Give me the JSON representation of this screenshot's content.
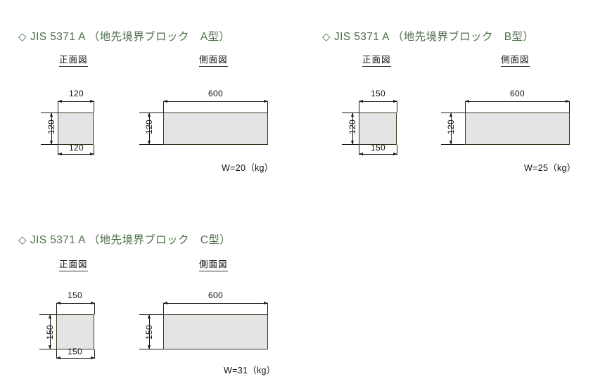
{
  "page": {
    "background": "#ffffff",
    "title_color": "#4e7049",
    "shape_fill": "#e4e4e4",
    "shape_stroke": "#3a3520",
    "line_color": "#1a1a1a"
  },
  "blocks": [
    {
      "id": "block-a",
      "diamond": "◇",
      "title": "JIS 5371 A （地先境界ブロック　A型）",
      "front": {
        "heading": "正面図",
        "top_dim": "120",
        "left_dim": "120",
        "bottom_dim": "120"
      },
      "side": {
        "heading": "側面図",
        "top_dim": "600",
        "left_dim": "120"
      },
      "weight": "W=20（kg）"
    },
    {
      "id": "block-b",
      "diamond": "◇",
      "title": "JIS 5371 A （地先境界ブロック　B型）",
      "front": {
        "heading": "正面図",
        "top_dim": "150",
        "left_dim": "120",
        "bottom_dim": "150"
      },
      "side": {
        "heading": "側面図",
        "top_dim": "600",
        "left_dim": "120"
      },
      "weight": "W=25（kg）"
    },
    {
      "id": "block-c",
      "diamond": "◇",
      "title": "JIS 5371 A （地先境界ブロック　C型）",
      "front": {
        "heading": "正面図",
        "top_dim": "150",
        "left_dim": "150",
        "bottom_dim": "150"
      },
      "side": {
        "heading": "側面図",
        "top_dim": "600",
        "left_dim": "150"
      },
      "weight": "W=31（kg）"
    }
  ]
}
